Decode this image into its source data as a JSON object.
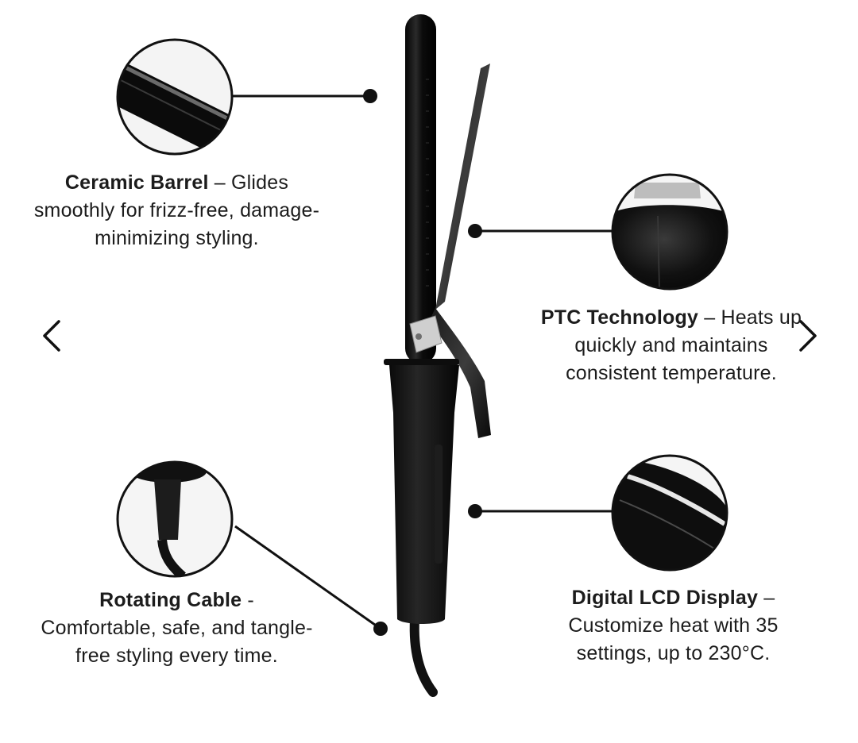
{
  "features": {
    "ceramic": {
      "title": "Ceramic Barrel",
      "separator": " – ",
      "description": "Glides smoothly for frizz-free, damage-minimizing styling."
    },
    "ptc": {
      "title": "PTC Technology",
      "separator": " – ",
      "description_a": "Heats up quickly and maintains",
      "description_b": "consistent temperature."
    },
    "cable": {
      "title": "Rotating Cable",
      "separator": " - ",
      "description": "Comfortable, safe, and tangle-free styling every time."
    },
    "lcd": {
      "title": "Digital LCD Display",
      "separator": " –",
      "description": "Customize heat with 35 settings, up to 230°C."
    }
  },
  "icons": {
    "prev": "chevron-left-icon",
    "next": "chevron-right-icon"
  },
  "colors": {
    "product_black": "#121212",
    "line": "#111111",
    "clip_silver": "#c9c9c9"
  }
}
